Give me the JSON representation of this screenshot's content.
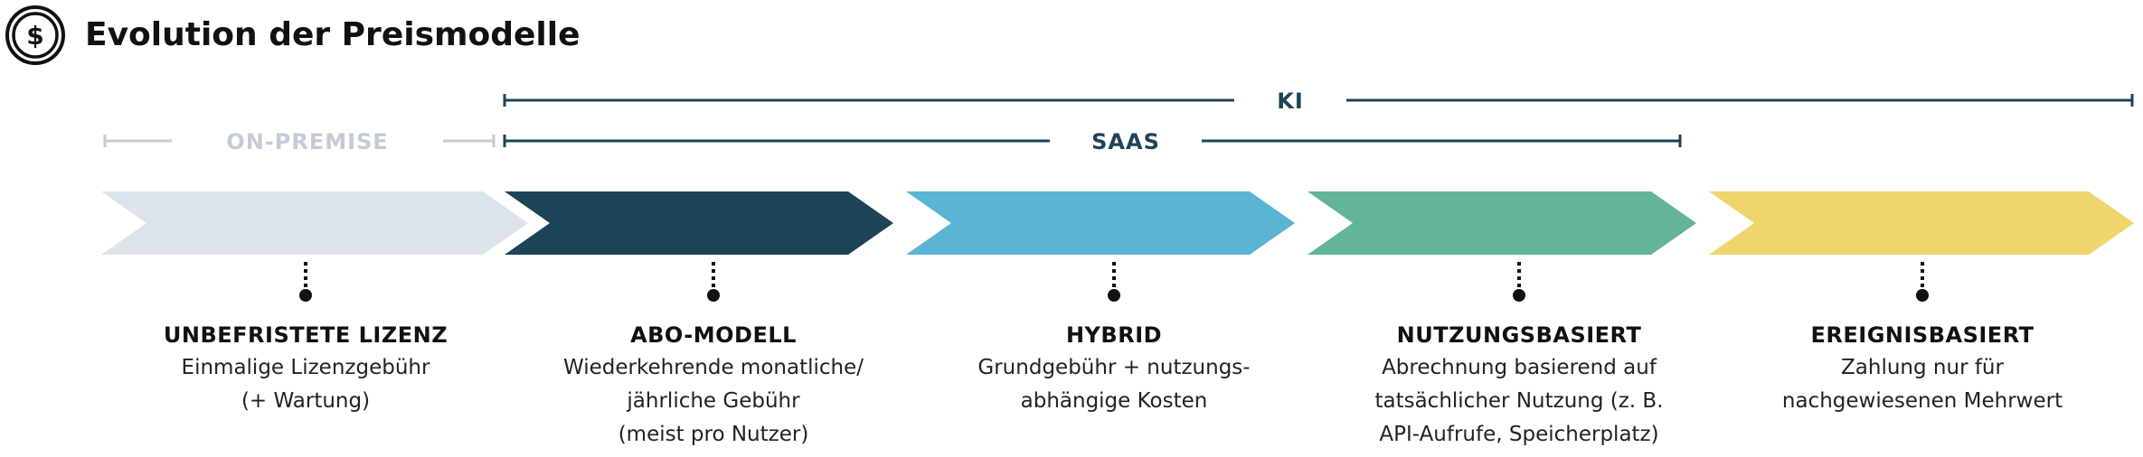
{
  "header": {
    "title": "Evolution der Preismodelle",
    "icon": "dollar-coin-icon"
  },
  "colors": {
    "on_premise": "#dce3ea",
    "on_premise_label": "#c3ccd6",
    "abo": "#1c4459",
    "hybrid": "#5ab4d3",
    "nutzung": "#63b498",
    "ereignis": "#f0d46c",
    "bracket_dark": "#1c4459",
    "text": "#111111"
  },
  "brackets": [
    {
      "label": "KI",
      "from_stage": 1,
      "to_stage": 4,
      "color": "bracket_dark"
    },
    {
      "label": "ON-PREMISE",
      "from_stage": 0,
      "to_stage": 0,
      "color": "on_premise_label"
    },
    {
      "label": "SAAS",
      "from_stage": 1,
      "to_stage": 3,
      "color": "bracket_dark"
    }
  ],
  "stages": [
    {
      "key": "on_premise",
      "title": "UNBEFRISTETE LIZENZ",
      "lines": [
        "Einmalige Lizenzgebühr",
        "(+ Wartung)"
      ]
    },
    {
      "key": "abo",
      "title": "ABO-MODELL",
      "lines": [
        "Wiederkehrende monatliche/",
        "jährliche Gebühr",
        "(meist pro Nutzer)"
      ]
    },
    {
      "key": "hybrid",
      "title": "HYBRID",
      "lines": [
        "Grundgebühr + nutzungs-",
        "abhängige Kosten"
      ]
    },
    {
      "key": "nutzung",
      "title": "NUTZUNGSBASIERT",
      "lines": [
        "Abrechnung basierend auf",
        "tatsächlicher Nutzung (z. B.",
        "API-Aufrufe, Speicherplatz)"
      ]
    },
    {
      "key": "ereignis",
      "title": "EREIGNISBASIERT",
      "lines": [
        "Zahlung nur für",
        "nachgewiesenen Mehrwert"
      ]
    }
  ]
}
